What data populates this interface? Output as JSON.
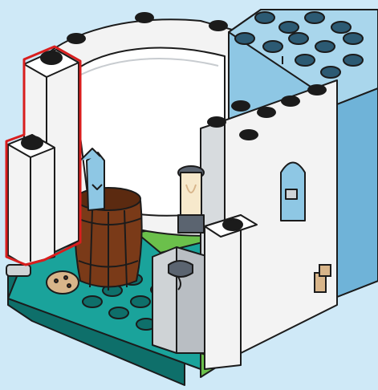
{
  "scene": {
    "subject": "lego-building-instruction-step",
    "highlight_color": "#d81e1e",
    "background_color": "#cfe9f7",
    "colors": {
      "white_brick": "#f3f3f3",
      "light_gray": "#cfd3d6",
      "medium_blue": "#8ec7e4",
      "dark_azure": "#4aa7cf",
      "teal_base": "#1aa39b",
      "dark_teal": "#0e6f6a",
      "lime_green": "#6bc04b",
      "reddish_brown": "#7a3a18",
      "tan": "#d8b58a",
      "dark_gray": "#5b6470",
      "outline": "#1b1b1b"
    },
    "elements": [
      {
        "id": "arched-wall-panel",
        "color": "white_brick"
      },
      {
        "id": "blue-tower-block",
        "color": "medium_blue"
      },
      {
        "id": "white-window-wall",
        "color": "white_brick"
      },
      {
        "id": "wooden-barrel",
        "color": "reddish_brown"
      },
      {
        "id": "fish-in-barrel",
        "color": "medium_blue"
      },
      {
        "id": "lantern",
        "color": "tan"
      },
      {
        "id": "gray-column",
        "color": "light_gray"
      },
      {
        "id": "teal-baseplate",
        "color": "teal_base"
      },
      {
        "id": "cookie-tile",
        "color": "tan"
      },
      {
        "id": "highlighted-new-bricks",
        "color": "white_brick"
      }
    ]
  }
}
